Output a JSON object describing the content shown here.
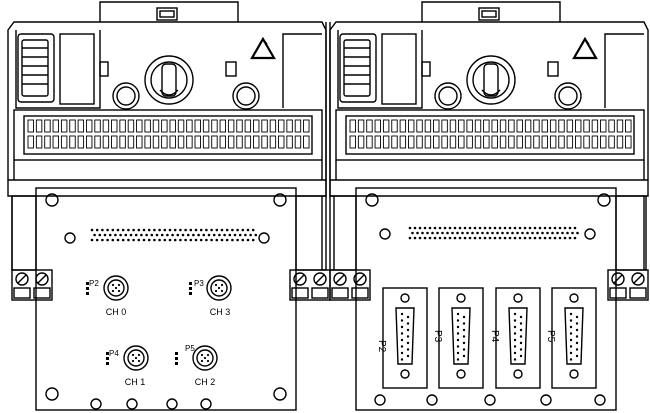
{
  "figure": {
    "modules": [
      {
        "board": {
          "connectors": [
            {
              "pin_label": "P2",
              "channel": "CH 0"
            },
            {
              "pin_label": "P3",
              "channel": "CH 3"
            },
            {
              "pin_label": "P4",
              "channel": "CH 1"
            },
            {
              "pin_label": "P5",
              "channel": "CH 2"
            }
          ]
        }
      },
      {
        "board": {
          "dsub_connectors": [
            {
              "label": "P2"
            },
            {
              "label": "P3"
            },
            {
              "label": "P4"
            },
            {
              "label": "P5"
            }
          ]
        }
      }
    ],
    "icons": {
      "recycle": "recycle-icon",
      "key_switch": "key-switch-icon",
      "terminal": "terminal-screw-icon"
    }
  }
}
